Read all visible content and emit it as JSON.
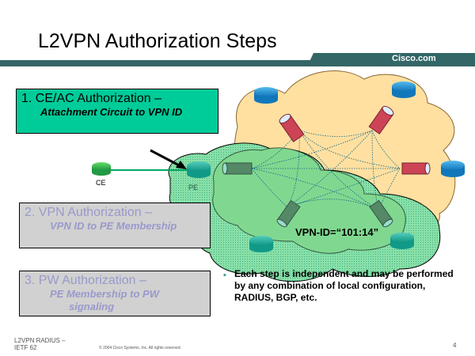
{
  "slide": {
    "title": "L2VPN Authorization Steps",
    "brand": "Cisco.com",
    "colors": {
      "header_bar": "#336666",
      "step_active": "#00cc99",
      "step_inactive_text": "#9999cc",
      "cloud_provider": "#ffe0a0",
      "cloud_vpn": "#80d890",
      "pseudowire": "#cc4455"
    }
  },
  "steps": [
    {
      "heading": "1. CE/AC Authorization –",
      "subheading": [
        "Attachment Circuit to VPN ID"
      ],
      "active": true
    },
    {
      "heading": "2. VPN Authorization –",
      "subheading": [
        "VPN ID to PE Membership"
      ],
      "active": false
    },
    {
      "heading": "3. PW Authorization –",
      "subheading": [
        "PE Membership to PW",
        "signaling"
      ],
      "active": false
    }
  ],
  "diagram": {
    "ce_label": "CE",
    "pe_label": "PE",
    "vpn_id_label": "VPN-ID=“101:14”",
    "icons": [
      "router-icon",
      "pseudowire-tunnel-icon",
      "cloud-icon",
      "arrow-icon"
    ]
  },
  "bullet": {
    "text": "Each step is independent and may be performed by any combination of local configuration, RADIUS, BGP, etc."
  },
  "footer": {
    "left_line1": "L2VPN RADIUS –",
    "left_line2": "IETF 62",
    "copyright": "© 2004 Cisco Systems, Inc. All rights reserved.",
    "page_number": "4"
  }
}
